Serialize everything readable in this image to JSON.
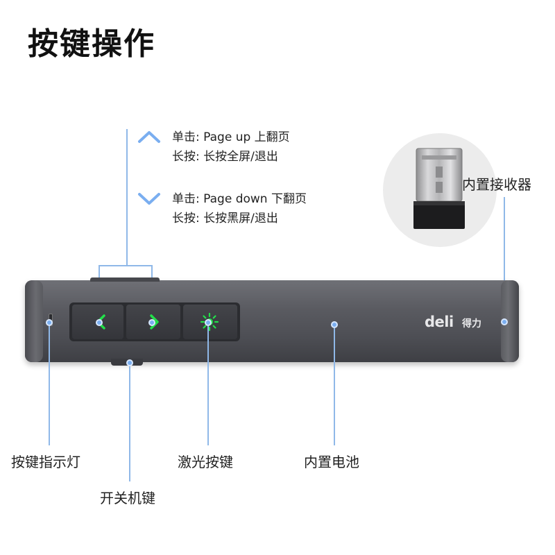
{
  "title": "按键操作",
  "up_button": {
    "click": "单击: Page up 上翻页",
    "hold": "长按: 长按全屏/退出"
  },
  "down_button": {
    "click": "单击: Page down 下翻页",
    "hold": "长按: 长按黑屏/退出"
  },
  "labels": {
    "receiver": "内置接收器",
    "indicator": "按键指示灯",
    "laser": "激光按键",
    "battery": "内置电池",
    "power": "开关机键"
  },
  "brand": {
    "logo": "deli",
    "logo_cn": "得力"
  },
  "colors": {
    "accent_line": "#8fb8e8",
    "laser_green": "#22e04a",
    "device_body": "#55565c",
    "arrow_blue": "#7aaef0"
  }
}
